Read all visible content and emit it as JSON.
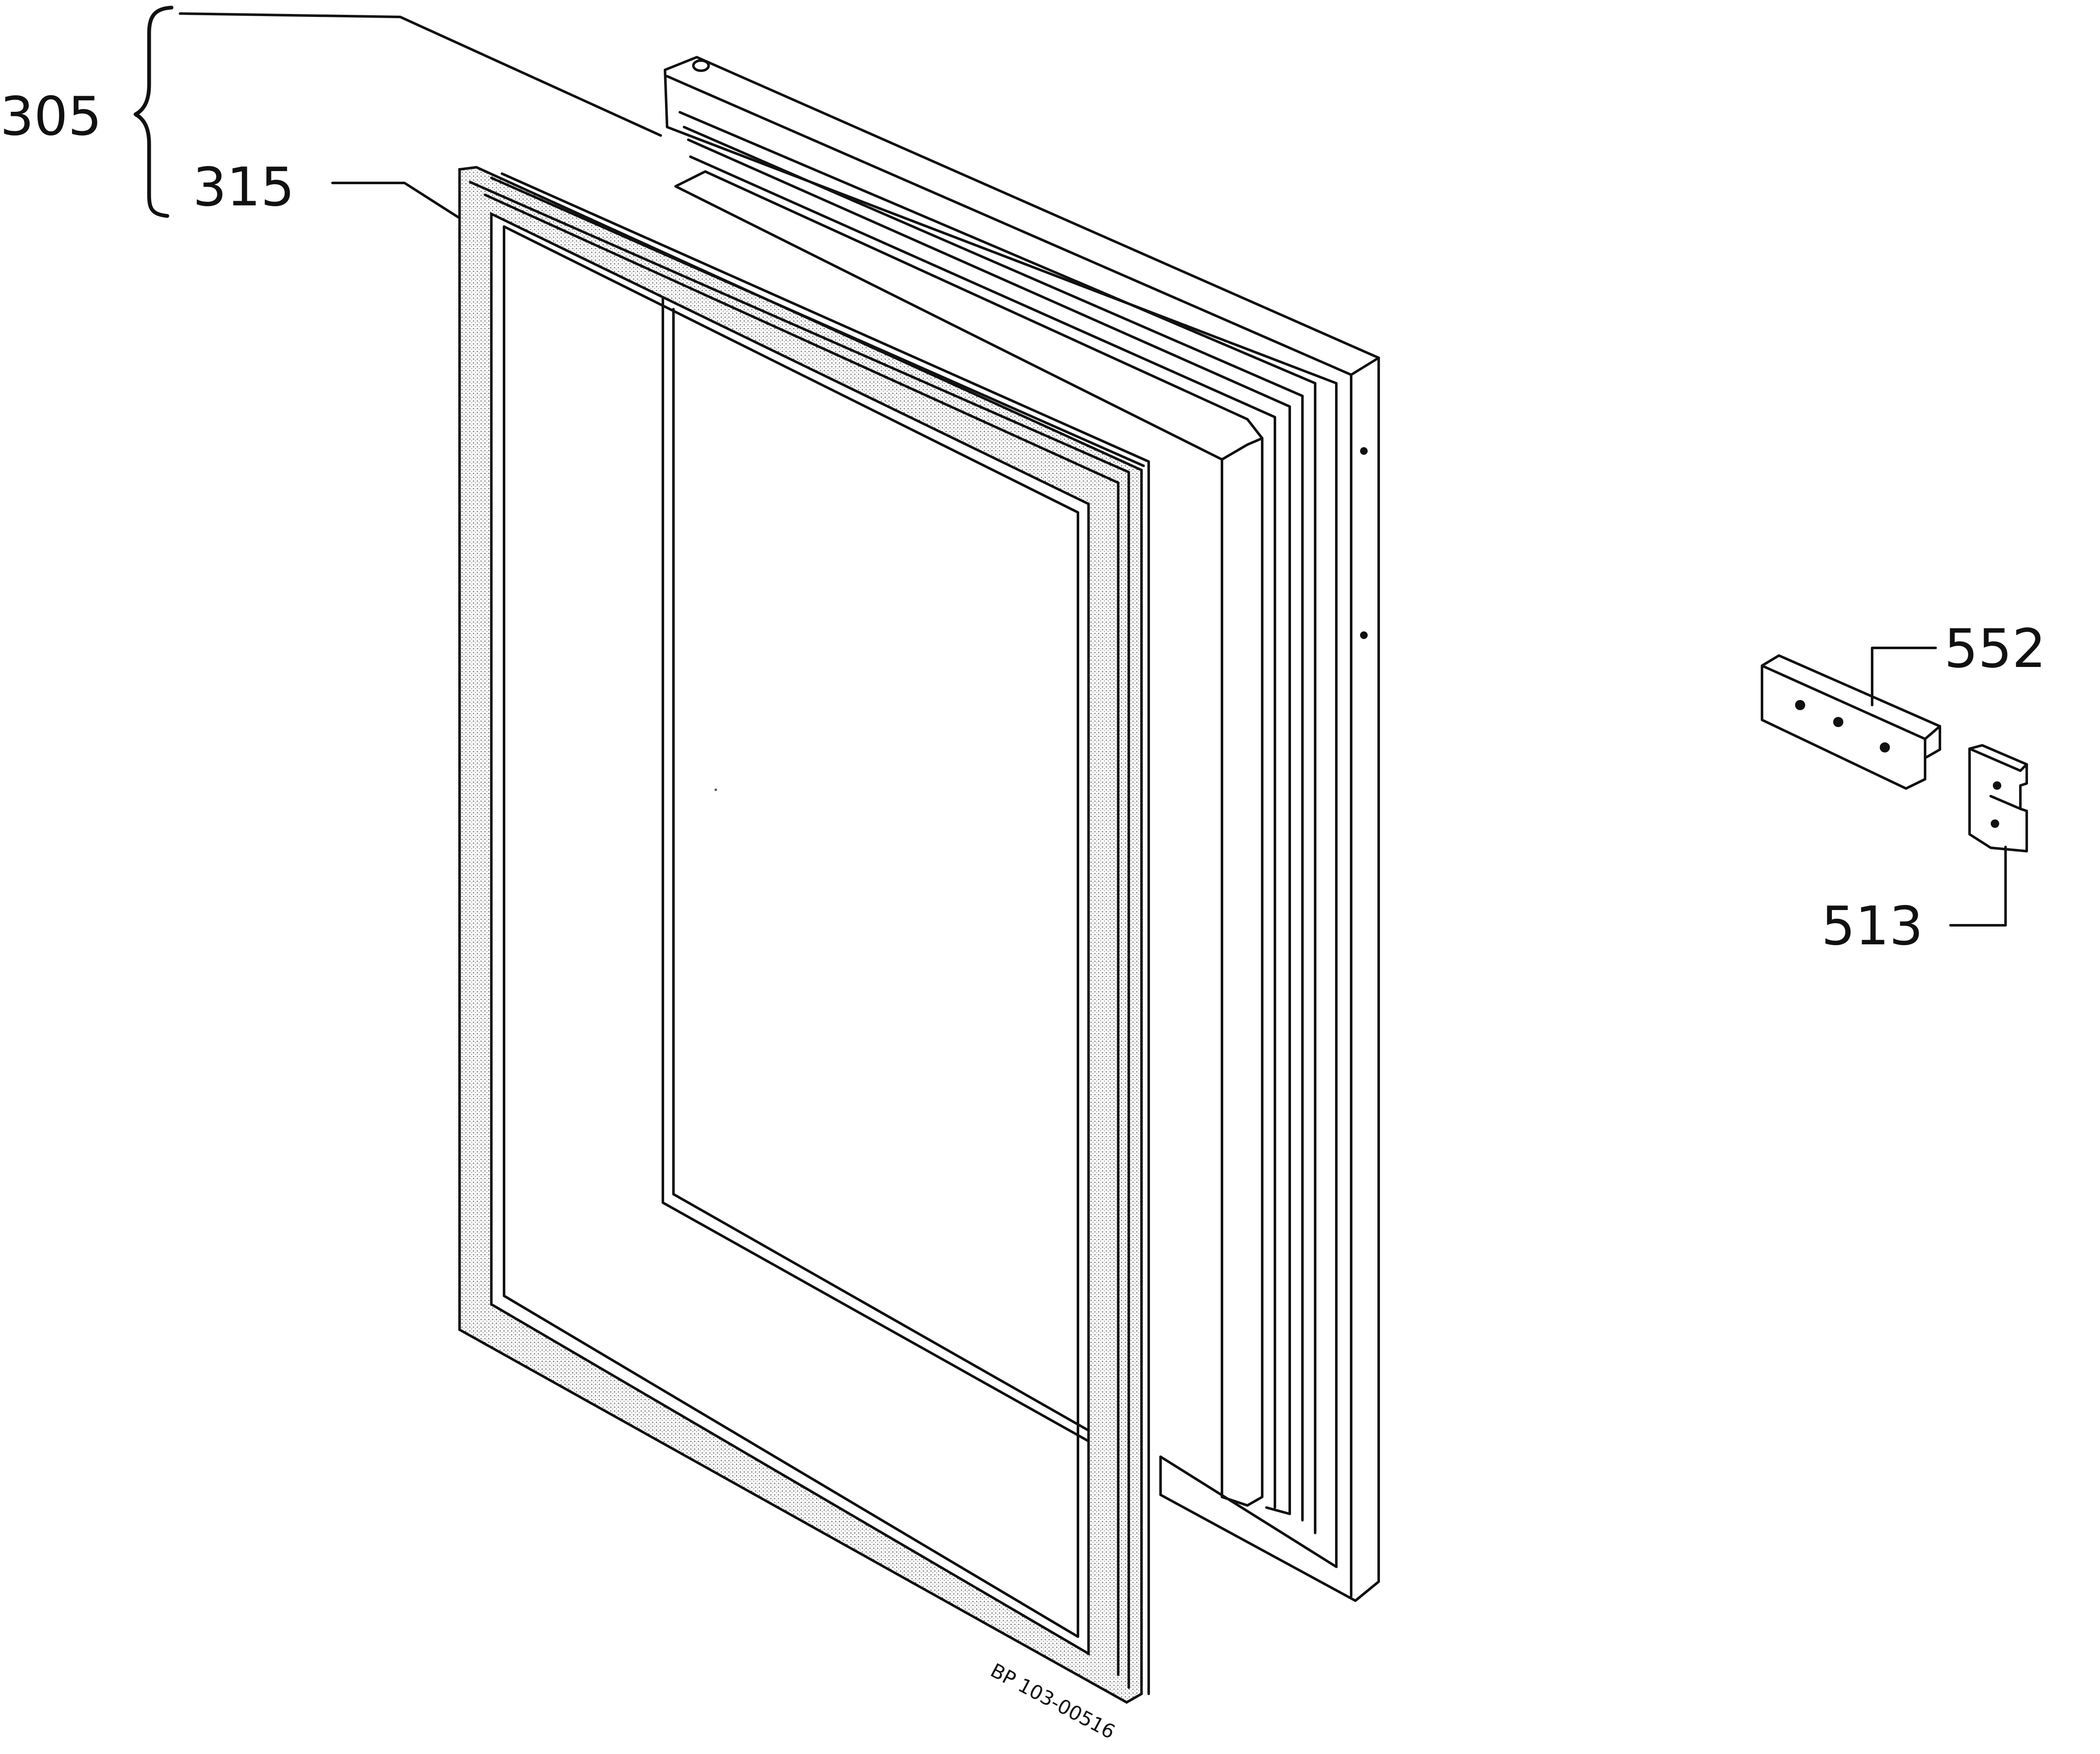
{
  "diagram": {
    "callouts": {
      "door_assembly": "305",
      "gasket": "315",
      "hinge_plate": "552",
      "hinge_bracket": "513"
    },
    "drawing_id": "BP 103-00516",
    "colors": {
      "line": "#111111",
      "background": "#ffffff",
      "gasket_stipple": "#8a8a8a"
    }
  }
}
